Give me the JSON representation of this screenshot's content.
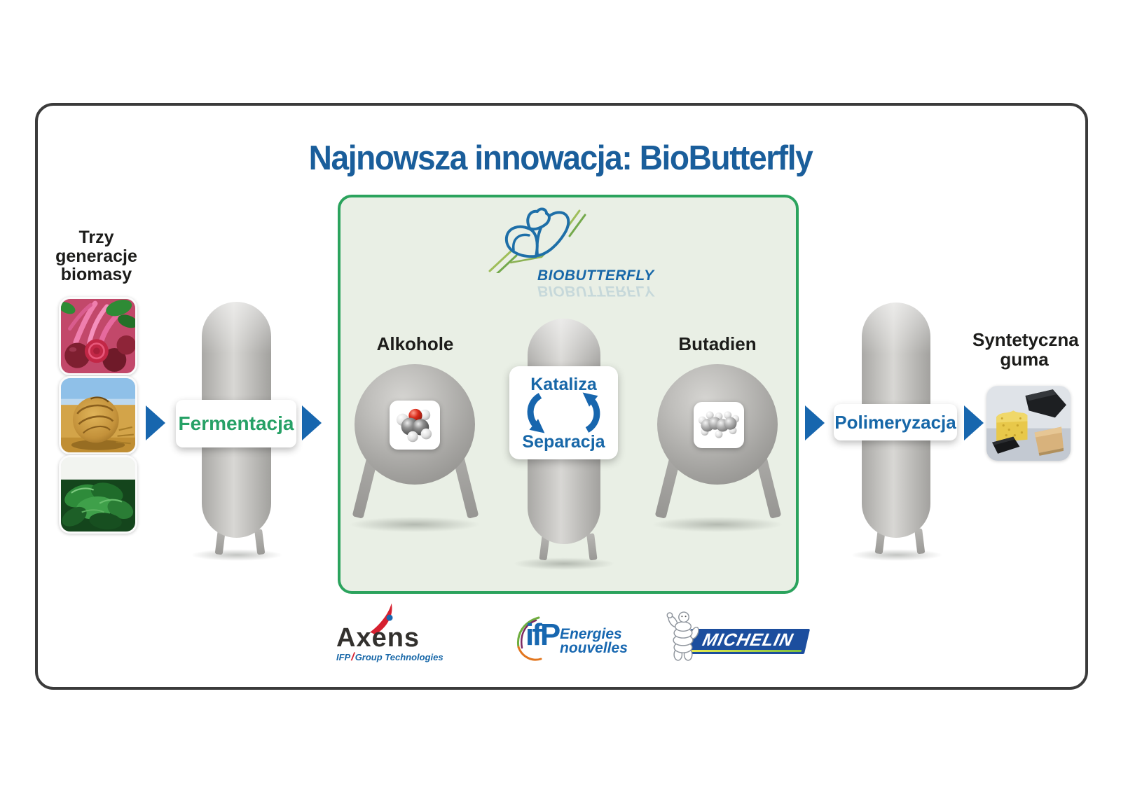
{
  "title": "Najnowsza innowacja: BioButterfly",
  "biomass": {
    "label": "Trzy generacje biomasy",
    "images": [
      {
        "name": "beets-photo"
      },
      {
        "name": "hay-bale-photo"
      },
      {
        "name": "green-leaves-photo"
      }
    ]
  },
  "process": {
    "fermentation_label": "Fermentacja",
    "alcohols_label": "Alkohole",
    "catalysis_label": "Kataliza",
    "separation_label": "Separacja",
    "butadiene_label": "Butadien",
    "polymerization_label": "Polimeryzacja",
    "output_label": "Syntetyczna guma"
  },
  "biobutterfly": {
    "wordmark": "BIOBUTTERFLY"
  },
  "partners": {
    "axens": {
      "name": "Axens",
      "sub_ifp": "IFP",
      "slash": "/",
      "sub_rest": "Group Technologies"
    },
    "ifp": {
      "mark": "ifP",
      "line1": "Energies",
      "line2": "nouvelles"
    },
    "michelin": {
      "wordmark": "MICHELIN"
    }
  },
  "icons": {
    "flow_arrow": "right-arrow",
    "catalysis_cycle": "cycle-arrows",
    "alcohol_molecule": "ethanol-molecule",
    "butadiene_molecule": "butadiene-molecule",
    "butterfly": "biobutterfly-butterfly"
  },
  "colors": {
    "title_blue": "#1A5E9B",
    "process_blue": "#1767A8",
    "arrow_blue": "#1766AE",
    "fermentation_green": "#26A166",
    "box_border_green": "#2BA35D",
    "box_fill_green": "#E9EFE5",
    "frame_border": "#3b3b3b",
    "michelin_blue": "#1C4E9E",
    "axens_red": "#D6202F"
  }
}
